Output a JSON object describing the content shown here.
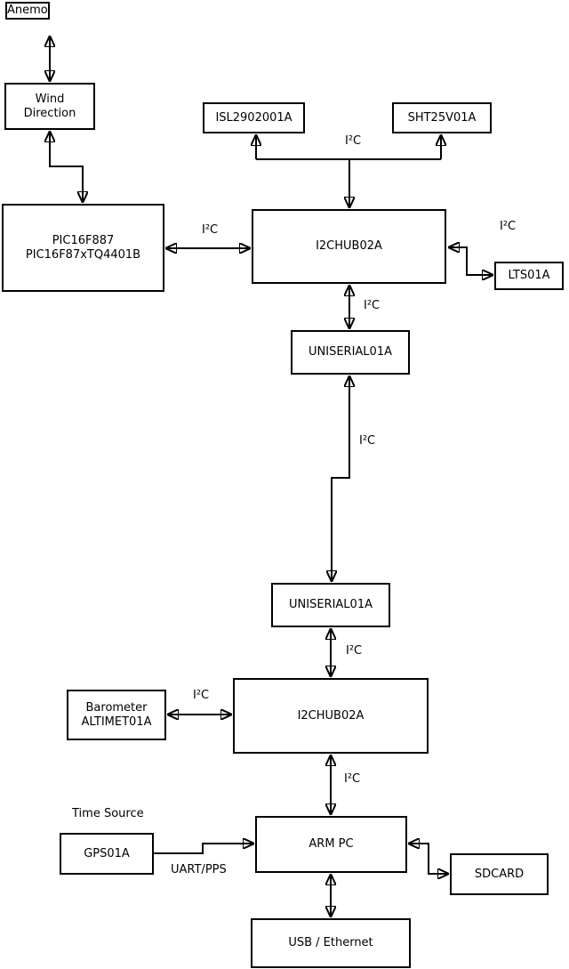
{
  "diagram": {
    "nodes": {
      "anemo": {
        "label": "Anemo"
      },
      "wind_direction": {
        "label": "Wind\nDirection"
      },
      "pic": {
        "label": "PIC16F887\nPIC16F87xTQ4401B"
      },
      "isl2902001a": {
        "label": "ISL2902001A"
      },
      "sht25v01a": {
        "label": "SHT25V01A"
      },
      "i2chub_1": {
        "label": "I2CHUB02A"
      },
      "lts01a": {
        "label": "LTS01A"
      },
      "uniserial_1": {
        "label": "UNISERIAL01A"
      },
      "uniserial_2": {
        "label": "UNISERIAL01A"
      },
      "i2chub_2": {
        "label": "I2CHUB02A"
      },
      "barometer": {
        "label": "Barometer\nALTIMET01A"
      },
      "gps01a": {
        "label": "GPS01A"
      },
      "arm_pc": {
        "label": "ARM PC"
      },
      "sdcard": {
        "label": "SDCARD"
      },
      "usb_ethernet": {
        "label": "USB / Ethernet"
      }
    },
    "annotations": {
      "i2c": "I²C",
      "time_source": "Time Source",
      "uart_pps": "UART/PPS"
    },
    "edges": [
      {
        "from": "anemo",
        "to": "wind_direction",
        "bidirectional": true,
        "label": ""
      },
      {
        "from": "wind_direction",
        "to": "pic",
        "bidirectional": true,
        "label": ""
      },
      {
        "from": "pic",
        "to": "i2chub_1",
        "bidirectional": true,
        "label": "I²C"
      },
      {
        "from": "i2chub_1",
        "to": "isl2902001a",
        "bidirectional": false,
        "label": "I²C"
      },
      {
        "from": "i2chub_1",
        "to": "sht25v01a",
        "bidirectional": false,
        "label": "I²C"
      },
      {
        "from": "i2chub_1",
        "to": "lts01a",
        "bidirectional": true,
        "label": "I²C"
      },
      {
        "from": "i2chub_1",
        "to": "uniserial_1",
        "bidirectional": true,
        "label": "I²C"
      },
      {
        "from": "uniserial_1",
        "to": "uniserial_2",
        "bidirectional": true,
        "label": "I²C"
      },
      {
        "from": "uniserial_2",
        "to": "i2chub_2",
        "bidirectional": true,
        "label": "I²C"
      },
      {
        "from": "barometer",
        "to": "i2chub_2",
        "bidirectional": true,
        "label": "I²C"
      },
      {
        "from": "i2chub_2",
        "to": "arm_pc",
        "bidirectional": true,
        "label": "I²C"
      },
      {
        "from": "gps01a",
        "to": "arm_pc",
        "bidirectional": false,
        "label": "UART/PPS"
      },
      {
        "from": "arm_pc",
        "to": "sdcard",
        "bidirectional": true,
        "label": ""
      },
      {
        "from": "arm_pc",
        "to": "usb_ethernet",
        "bidirectional": true,
        "label": ""
      }
    ],
    "colors": {
      "stroke": "#000000",
      "background": "#ffffff"
    }
  }
}
